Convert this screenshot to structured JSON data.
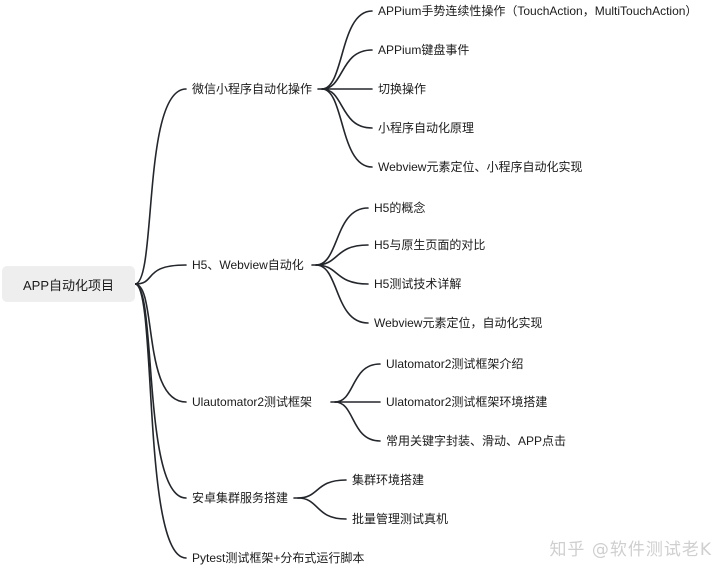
{
  "mindmap": {
    "root": "APP自动化项目",
    "branches": [
      {
        "label": "微信小程序自动化操作",
        "children": [
          "APPium手势连续性操作（TouchAction，MultiTouchAction）",
          "APPium键盘事件",
          "切换操作",
          "小程序自动化原理",
          "Webview元素定位、小程序自动化实现"
        ]
      },
      {
        "label": "H5、Webview自动化",
        "children": [
          "H5的概念",
          "H5与原生页面的对比",
          "H5测试技术详解",
          "Webview元素定位，自动化实现"
        ]
      },
      {
        "label": "Ulautomator2测试框架",
        "children": [
          "Ulatomator2测试框架介绍",
          "Ulatomator2测试框架环境搭建",
          "常用关键字封装、滑动、APP点击"
        ]
      },
      {
        "label": "安卓集群服务搭建",
        "children": [
          "集群环境搭建",
          "批量管理测试真机"
        ]
      },
      {
        "label": "Pytest测试框架+分布式运行脚本",
        "children": []
      }
    ]
  },
  "watermark": "知乎 @软件测试老K",
  "colors": {
    "line": "#23262b",
    "root_fill": "#eeeeee",
    "text": "#1b1b1b",
    "watermark": "#cfcfcf"
  }
}
